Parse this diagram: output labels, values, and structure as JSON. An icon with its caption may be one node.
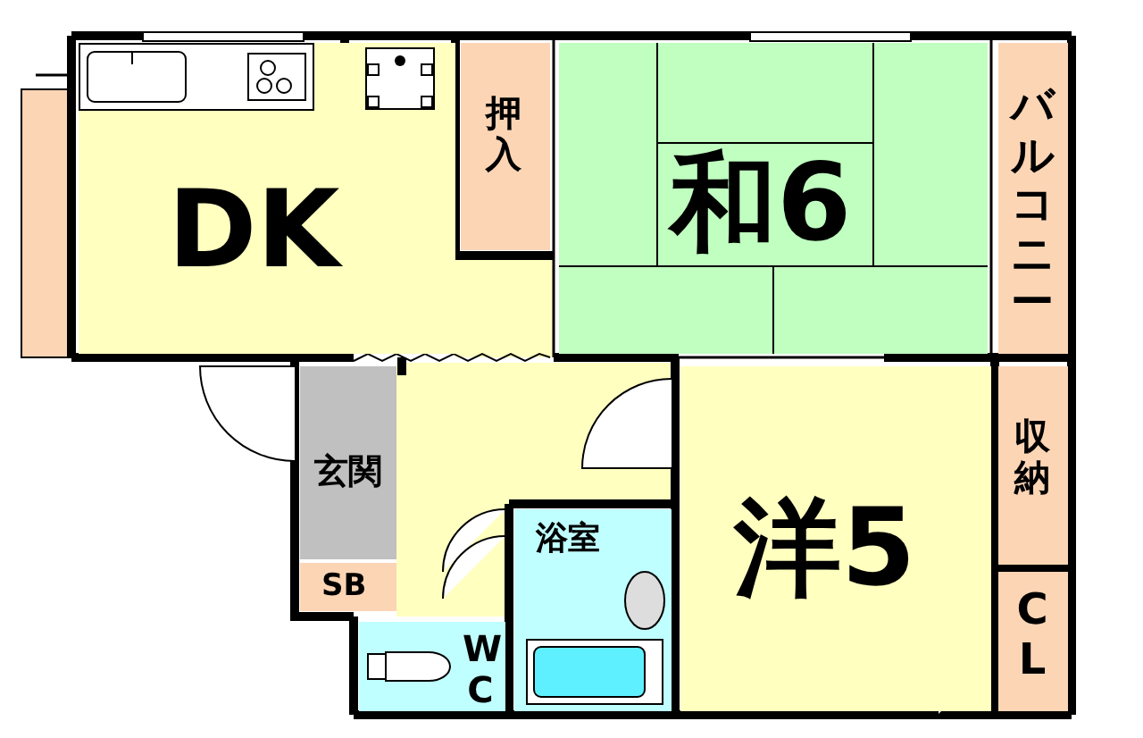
{
  "diagram": {
    "nodes": [
      {
        "text": [
          "DK"
        ]
      },
      {
        "text": [
          "押入"
        ]
      },
      {
        "text": [
          "和6"
        ]
      },
      {
        "text": [
          "バルコニー"
        ]
      },
      {
        "text": [
          "玄関"
        ]
      },
      {
        "text": [
          "SB"
        ]
      },
      {
        "text": [
          "浴室"
        ]
      },
      {
        "text": [
          "W C"
        ]
      },
      {
        "text": [
          "洋5"
        ]
      },
      {
        "text": [
          "収納"
        ]
      },
      {
        "text": [
          "C L"
        ]
      }
    ]
  }
}
